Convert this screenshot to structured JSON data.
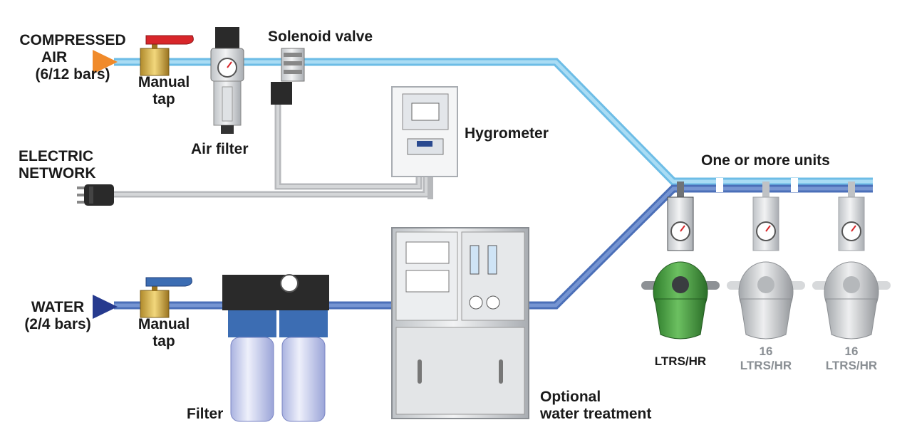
{
  "labels": {
    "compressed_air": [
      "COMPRESSED",
      "AIR",
      "(6/12 bars)"
    ],
    "electric_network": [
      "ELECTRIC",
      "NETWORK"
    ],
    "water": [
      "WATER",
      "(2/4 bars)"
    ],
    "manual_tap_air": [
      "Manual",
      "tap"
    ],
    "manual_tap_water": [
      "Manual",
      "tap"
    ],
    "air_filter": "Air filter",
    "solenoid_valve": "Solenoid valve",
    "hygrometer": "Hygrometer",
    "filter": "Filter",
    "water_treatment": [
      "Optional",
      "water treatment"
    ],
    "one_or_more_units": "One or more units"
  },
  "units": [
    {
      "capacity": "",
      "rate": "LTRS/HR",
      "color": "#3e9a3a",
      "active": true
    },
    {
      "capacity": "16",
      "rate": "LTRS/HR",
      "color": "#c9cbcd",
      "active": false
    },
    {
      "capacity": "16",
      "rate": "LTRS/HR",
      "color": "#c9cbcd",
      "active": false
    }
  ],
  "colors": {
    "air_line": "#8fd0ef",
    "water_line": "#5b7fc4",
    "electric_line": "#c4c6c8",
    "air_arrow": "#f08a2a",
    "water_arrow": "#263a8e",
    "tap_handle_air": "#d8262a",
    "tap_handle_water": "#3c6db3"
  }
}
